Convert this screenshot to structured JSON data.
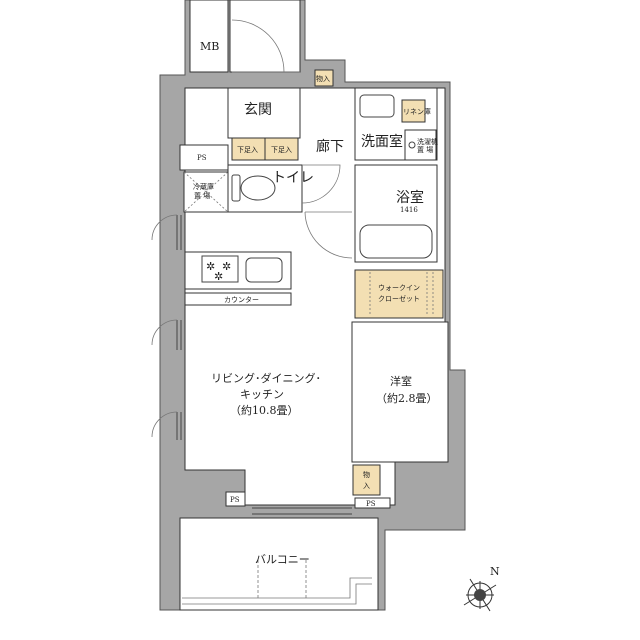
{
  "plan": {
    "rooms": {
      "mb": "MB",
      "storage_top": "物入",
      "entrance": "玄関",
      "shoe_box_1": "下足入",
      "shoe_box_2": "下足入",
      "hallway": "廊下",
      "washroom": "洗面室",
      "linen": "リネン庫",
      "washer_1": "洗濯機",
      "washer_2": "置 場",
      "ps_top": "PS",
      "fridge_1": "冷蔵庫",
      "fridge_2": "置 場",
      "toilet": "トイレ",
      "bath": "浴室",
      "bath_size": "1416",
      "wic_1": "ウォークイン",
      "wic_2": "クローゼット",
      "counter": "カウンター",
      "ldk_1": "リビング･ダイニング･",
      "ldk_2": "キッチン",
      "ldk_3": "（約10.8畳）",
      "western_1": "洋室",
      "western_2": "（約2.8畳）",
      "storage_bottom_1": "物",
      "storage_bottom_2": "入",
      "ps_left": "PS",
      "ps_right": "PS",
      "balcony": "バルコニー"
    },
    "compass": "N",
    "colors": {
      "wall": "#a6a6a6",
      "storage": "#f3dfb3"
    }
  }
}
